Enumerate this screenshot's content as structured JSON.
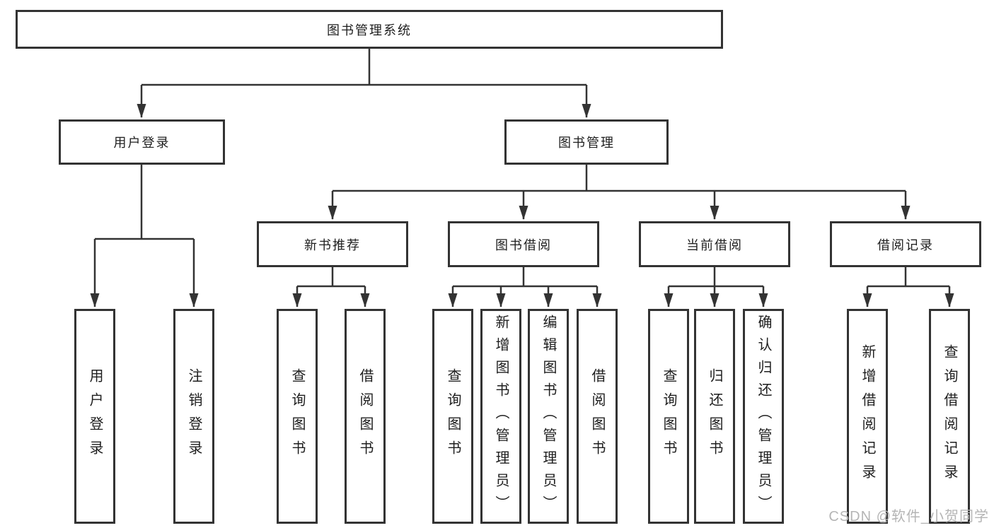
{
  "colors": {
    "line": "#333333",
    "box_border": "#333333",
    "text": "#1e1e1e",
    "watermark": "#b5b5b5",
    "background": "#ffffff"
  },
  "watermark": {
    "text": "CSDN @软件_小贺同学"
  },
  "tree": {
    "label": "图书管理系统",
    "children": [
      {
        "label": "用户登录",
        "children": [
          {
            "label": "用户登录"
          },
          {
            "label": "注销登录"
          }
        ]
      },
      {
        "label": "图书管理",
        "children": [
          {
            "label": "新书推荐",
            "children": [
              {
                "label": "查询图书"
              },
              {
                "label": "借阅图书"
              }
            ]
          },
          {
            "label": "图书借阅",
            "children": [
              {
                "label": "查询图书"
              },
              {
                "label": "新增图书（管理员）"
              },
              {
                "label": "编辑图书（管理员）"
              },
              {
                "label": "借阅图书"
              }
            ]
          },
          {
            "label": "当前借阅",
            "children": [
              {
                "label": "查询图书"
              },
              {
                "label": "归还图书"
              },
              {
                "label": "确认归还（管理员）"
              }
            ]
          },
          {
            "label": "借阅记录",
            "children": [
              {
                "label": "新增借阅记录"
              },
              {
                "label": "查询借阅记录"
              }
            ]
          }
        ]
      }
    ]
  }
}
